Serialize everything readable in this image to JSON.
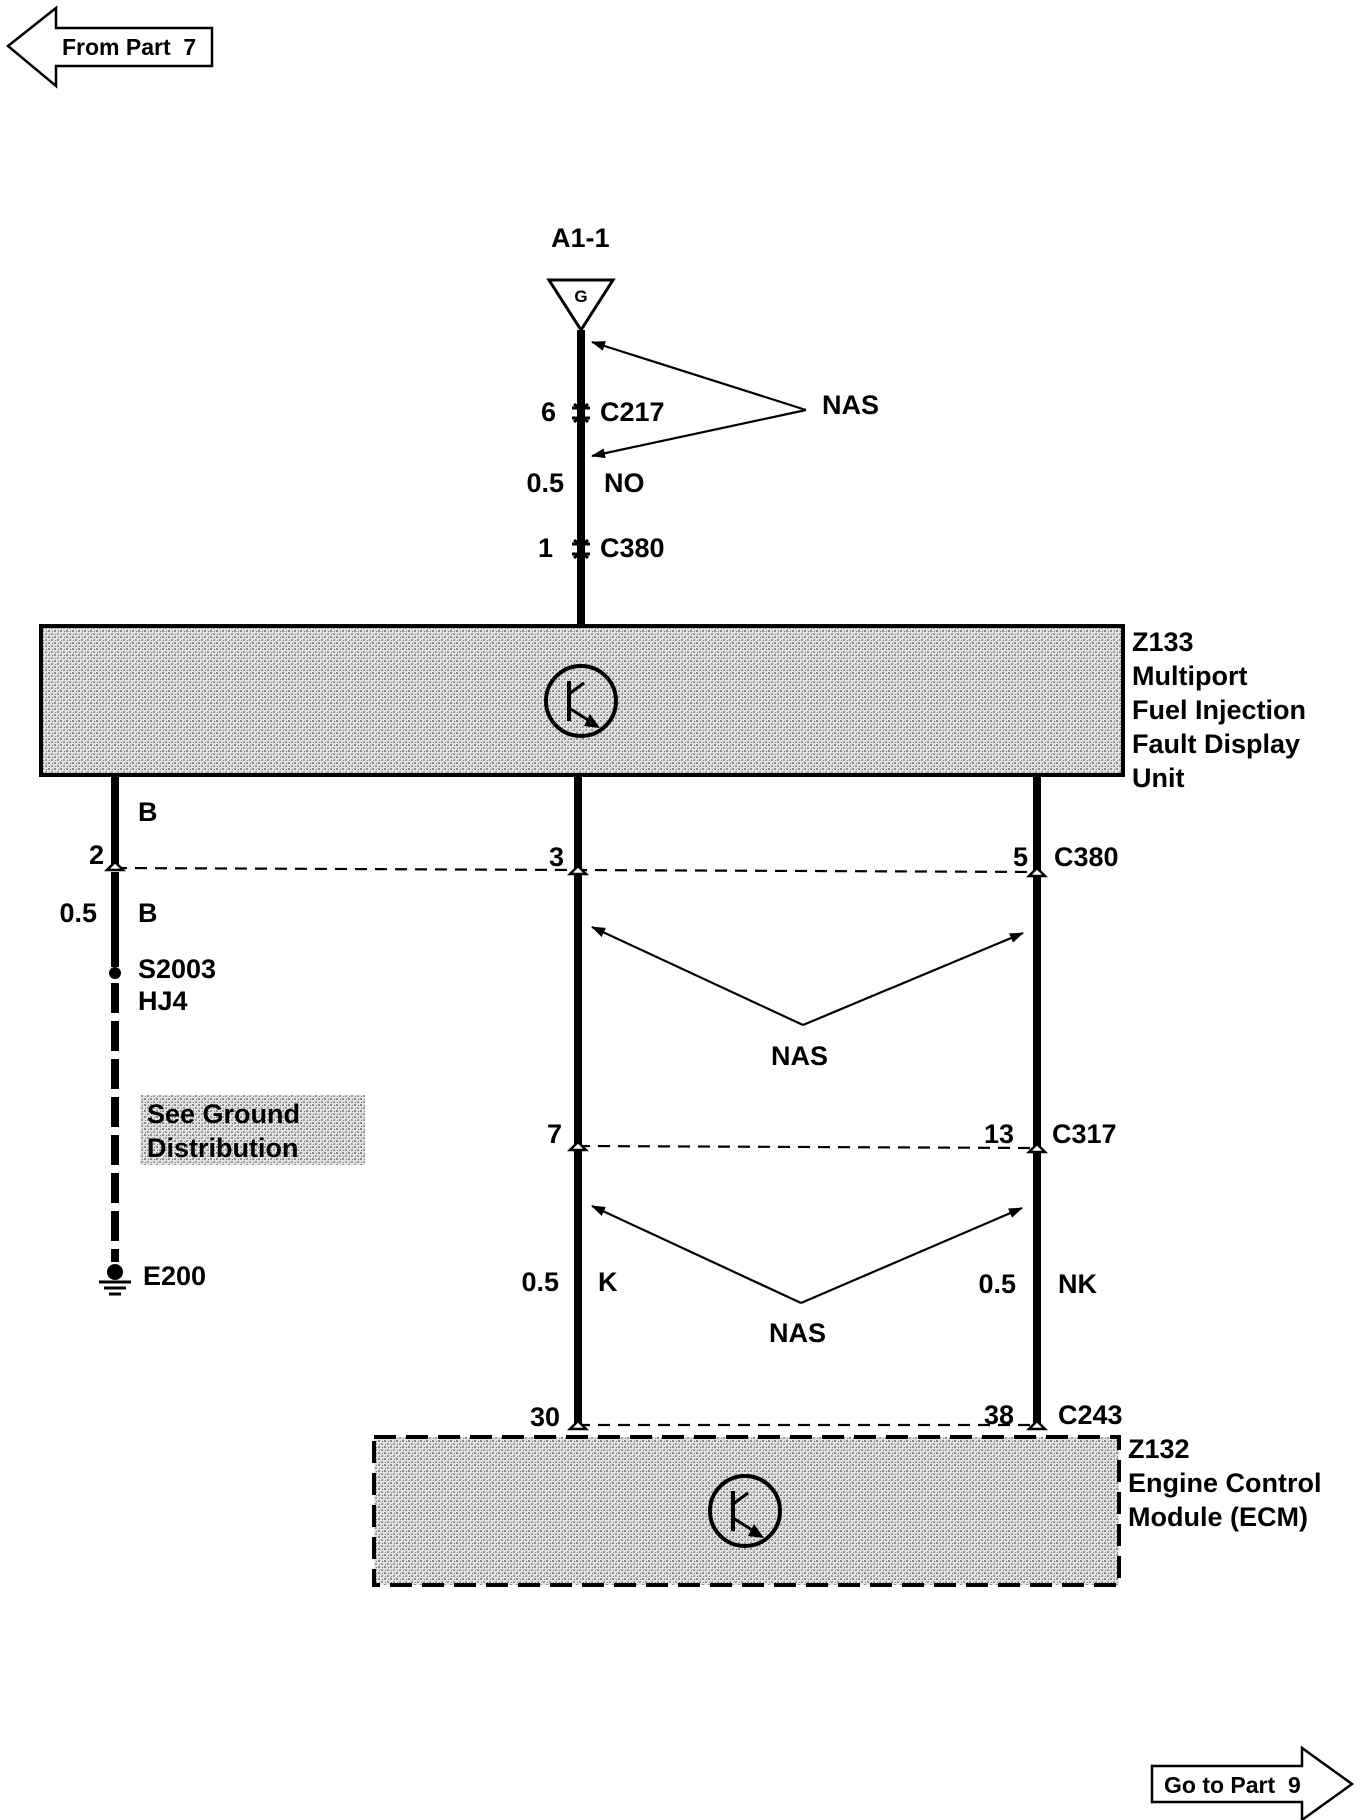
{
  "nav": {
    "from_part": "From Part  7",
    "go_to_part": "Go to Part  9"
  },
  "source": {
    "label": "A1-1",
    "symbol": "G"
  },
  "connectors": {
    "c217_top": {
      "pin": "6",
      "name": "C217"
    },
    "top_wire": {
      "size": "0.5",
      "color": "NO"
    },
    "c380_top": {
      "pin": "1",
      "name": "C380"
    },
    "c380_row": {
      "pin_left": "2",
      "pin_mid": "3",
      "pin_right": "5",
      "name": "C380"
    },
    "left_b_upper": "B",
    "left_wire": {
      "size": "0.5",
      "color": "B"
    },
    "splice": {
      "id": "S2003",
      "code": "HJ4"
    },
    "ground_note": {
      "line1": "See Ground",
      "line2": "Distribution"
    },
    "ground": "E200",
    "c317_row": {
      "pin_mid": "7",
      "pin_right": "13",
      "name": "C317"
    },
    "mid_wire": {
      "size": "0.5",
      "color": "K"
    },
    "right_wire": {
      "size": "0.5",
      "color": "NK"
    },
    "c243_row": {
      "pin_mid": "30",
      "pin_right": "38",
      "name": "C243"
    }
  },
  "nas": {
    "top": "NAS",
    "middle": "NAS",
    "lower": "NAS"
  },
  "components": {
    "z133": {
      "id": "Z133",
      "line1": "Multiport",
      "line2": "Fuel Injection",
      "line3": "Fault Display",
      "line4": "Unit"
    },
    "z132": {
      "id": "Z132",
      "line1": "Engine Control",
      "line2": "Module (ECM)"
    }
  },
  "colors": {
    "ink": "#000000",
    "module_fill": "#cfcfcf"
  }
}
